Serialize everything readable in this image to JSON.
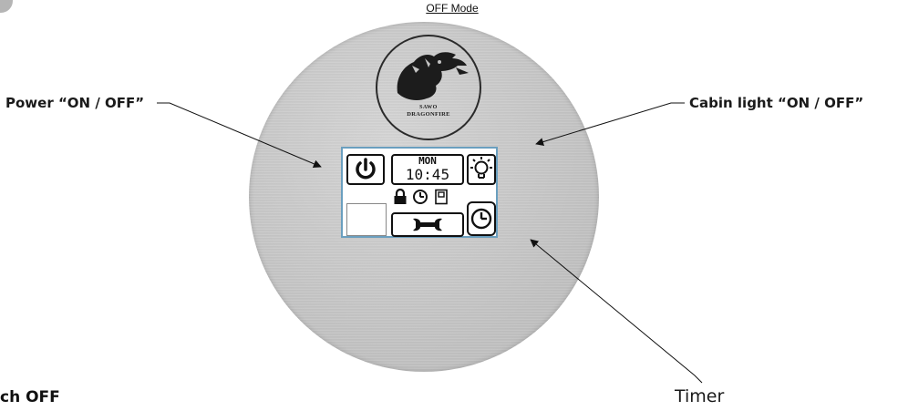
{
  "title": "OFF Mode",
  "labels": {
    "power": "Power “ON / OFF”",
    "light": "Cabin light “ON / OFF”",
    "timer": "Timer",
    "bottom_left": "ch OFF"
  },
  "logo": {
    "line1": "SAWO",
    "line2": "DRAGONFIRE"
  },
  "display": {
    "day": "MON",
    "time": "10:45"
  },
  "icons": [
    "power-icon",
    "bulb-icon",
    "lock-icon",
    "clock-icon",
    "door-icon",
    "wrench-icon",
    "timer-icon"
  ]
}
